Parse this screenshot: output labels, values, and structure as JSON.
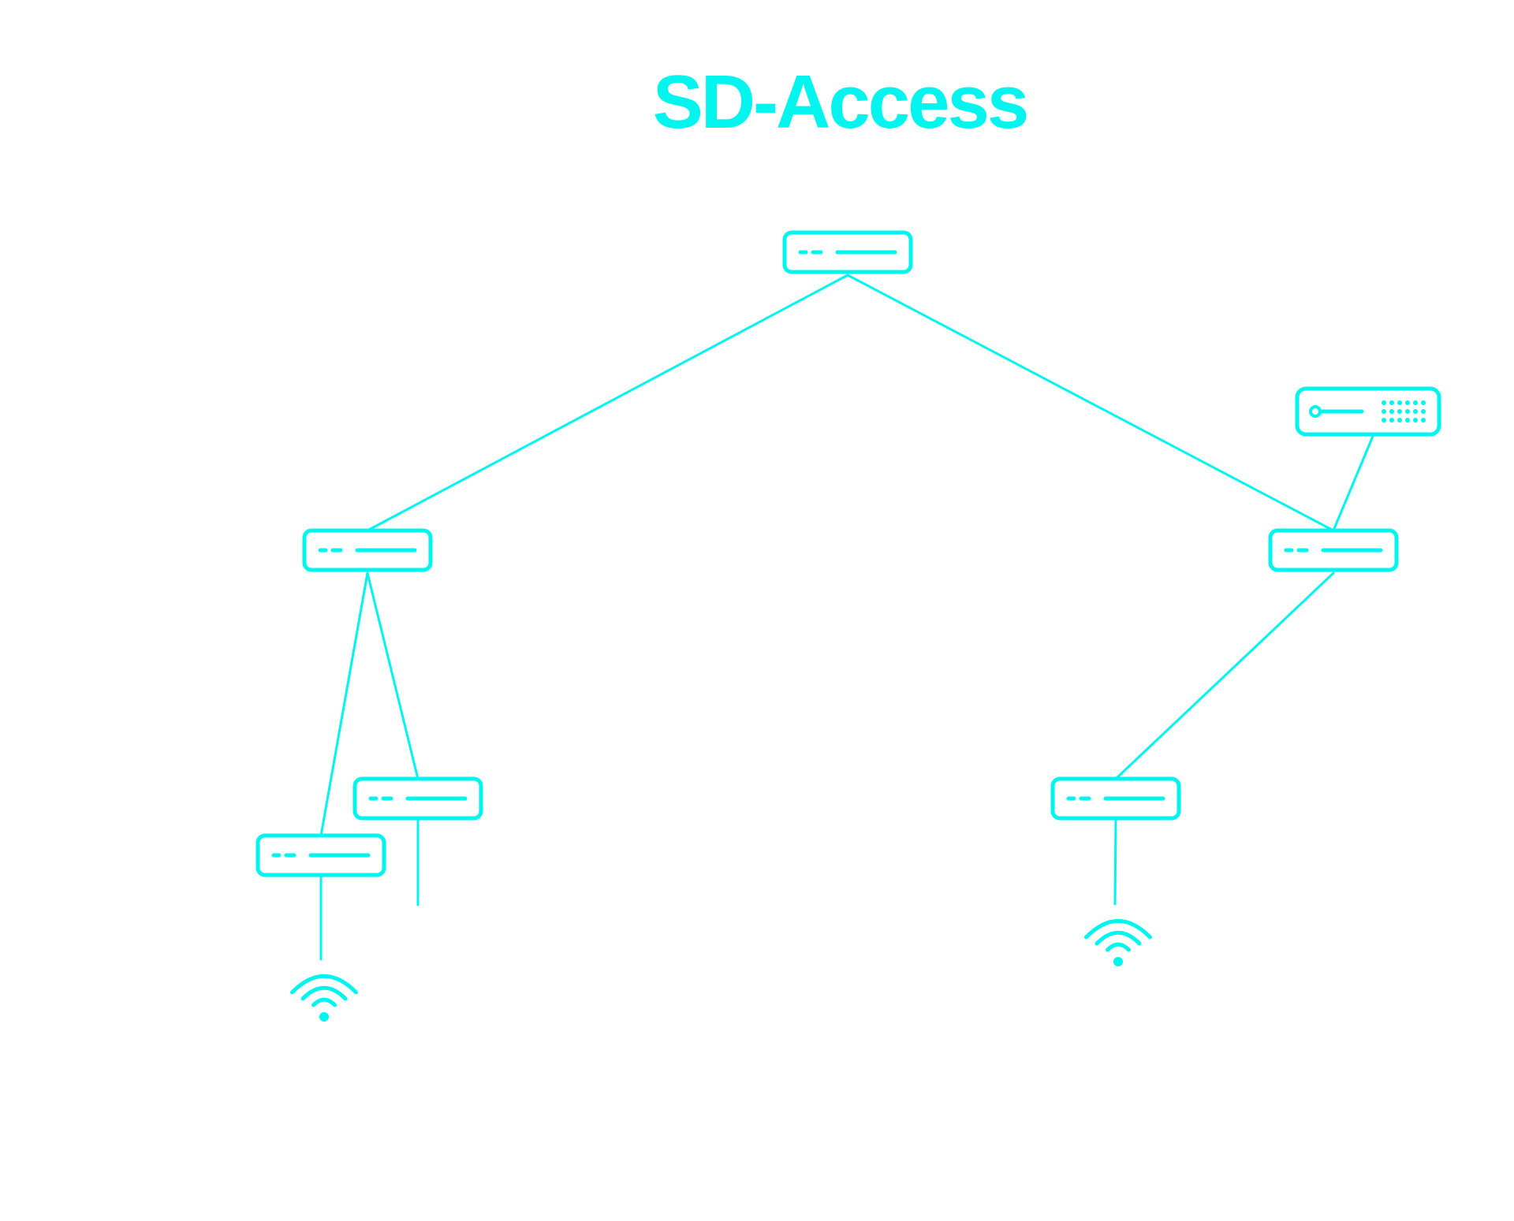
{
  "title": "SD-Access",
  "colors": {
    "accent": "#00f5ee",
    "background": "#ffffff"
  },
  "nodes": [
    {
      "id": "root",
      "icon": "switch-icon"
    },
    {
      "id": "left",
      "icon": "switch-icon"
    },
    {
      "id": "right",
      "icon": "switch-icon"
    },
    {
      "id": "server",
      "icon": "server-icon"
    },
    {
      "id": "left-a",
      "icon": "switch-icon"
    },
    {
      "id": "left-b",
      "icon": "switch-icon"
    },
    {
      "id": "right-a",
      "icon": "switch-icon"
    },
    {
      "id": "wifi-left",
      "icon": "wifi-icon"
    },
    {
      "id": "wifi-right",
      "icon": "wifi-icon"
    }
  ],
  "links": [
    {
      "from": "root",
      "to": "left"
    },
    {
      "from": "root",
      "to": "right"
    },
    {
      "from": "right",
      "to": "server"
    },
    {
      "from": "left",
      "to": "left-a"
    },
    {
      "from": "left",
      "to": "left-b"
    },
    {
      "from": "right",
      "to": "right-a"
    },
    {
      "from": "left-a",
      "to": "wifi-left"
    },
    {
      "from": "left-b",
      "to": "stub-left-b"
    },
    {
      "from": "right-a",
      "to": "wifi-right"
    }
  ]
}
